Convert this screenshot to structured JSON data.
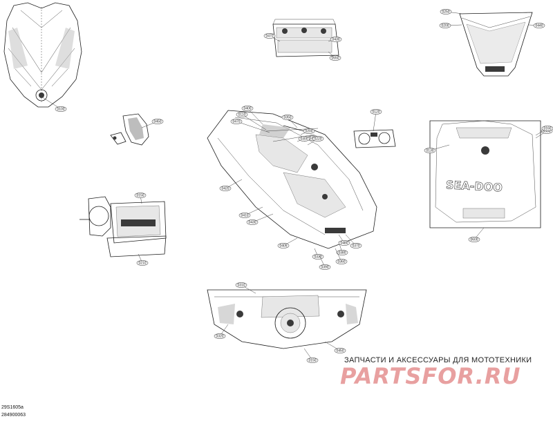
{
  "callouts": [
    "0100",
    "0450",
    "0400",
    "0110",
    "0470",
    "0350",
    "0120",
    "0250",
    "0200",
    "0300",
    "0220",
    "0130",
    "0500",
    "0160",
    "0420",
    "0410",
    "0430",
    "0405",
    "0370",
    "0380",
    "0360",
    "0330",
    "0390",
    "0600",
    "0150",
    "0210",
    "0310",
    "0320",
    "0150",
    "0450",
    "0470",
    "0430",
    "0550",
    "0250",
    "0200",
    "0440",
    "0480"
  ],
  "watermark": {
    "tagline": "ЗАПЧАСТИ И АКСЕССУАРЫ ДЛЯ МОТОТЕХНИКИ",
    "logo": "PARTSFOR.RU"
  },
  "reference": {
    "drawing_code": "29S1605a",
    "part_number": "284900063"
  }
}
